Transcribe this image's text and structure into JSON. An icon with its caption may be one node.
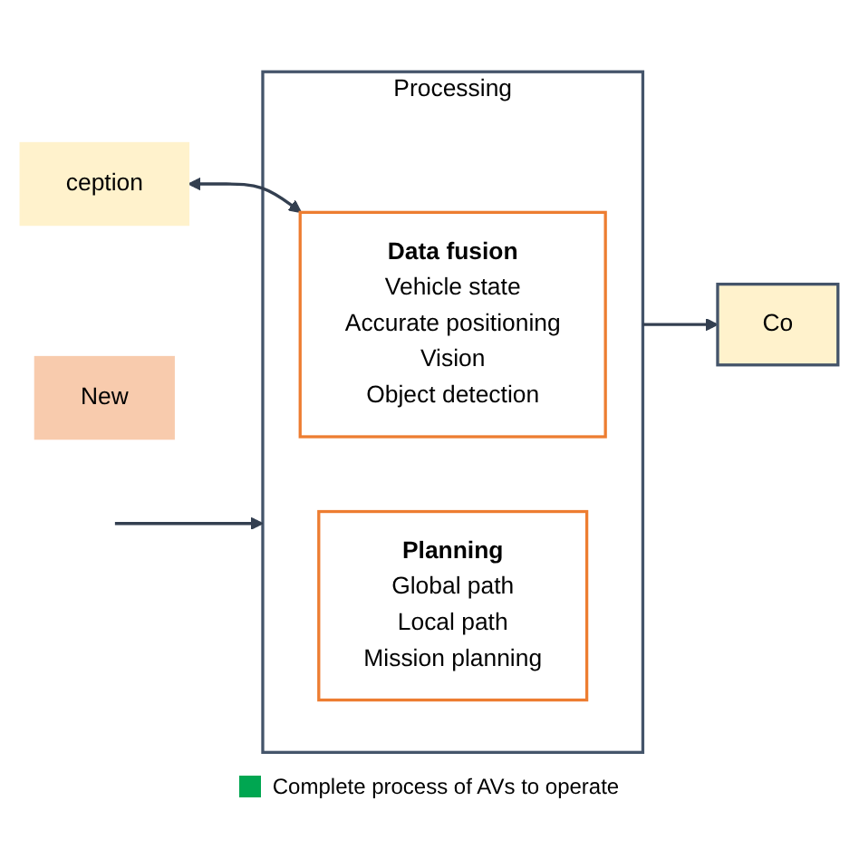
{
  "diagram": {
    "nodes": [
      {
        "text": [
          "Processing"
        ]
      },
      {
        "text": [
          "Data fusion",
          "Vehicle state",
          "Accurate positioning",
          "Vision",
          "Object detection"
        ],
        "in": 0
      },
      {
        "text": [
          "Planning",
          "Global path",
          "Local path",
          "Mission planning"
        ],
        "in": 0
      },
      {
        "text": [
          "ception"
        ]
      },
      {
        "text": [
          "Co"
        ]
      },
      {
        "text": [
          "New"
        ]
      }
    ],
    "edges": [
      {
        "from": null,
        "to": 0,
        "arrow": "to"
      },
      {
        "from": 0,
        "to": 4,
        "arrow": "to"
      },
      {
        "from": 3,
        "to": 1,
        "arrow": "both"
      }
    ],
    "legend": [
      {
        "text": "Complete process of AVs to operate",
        "color": "#00a651"
      }
    ]
  }
}
